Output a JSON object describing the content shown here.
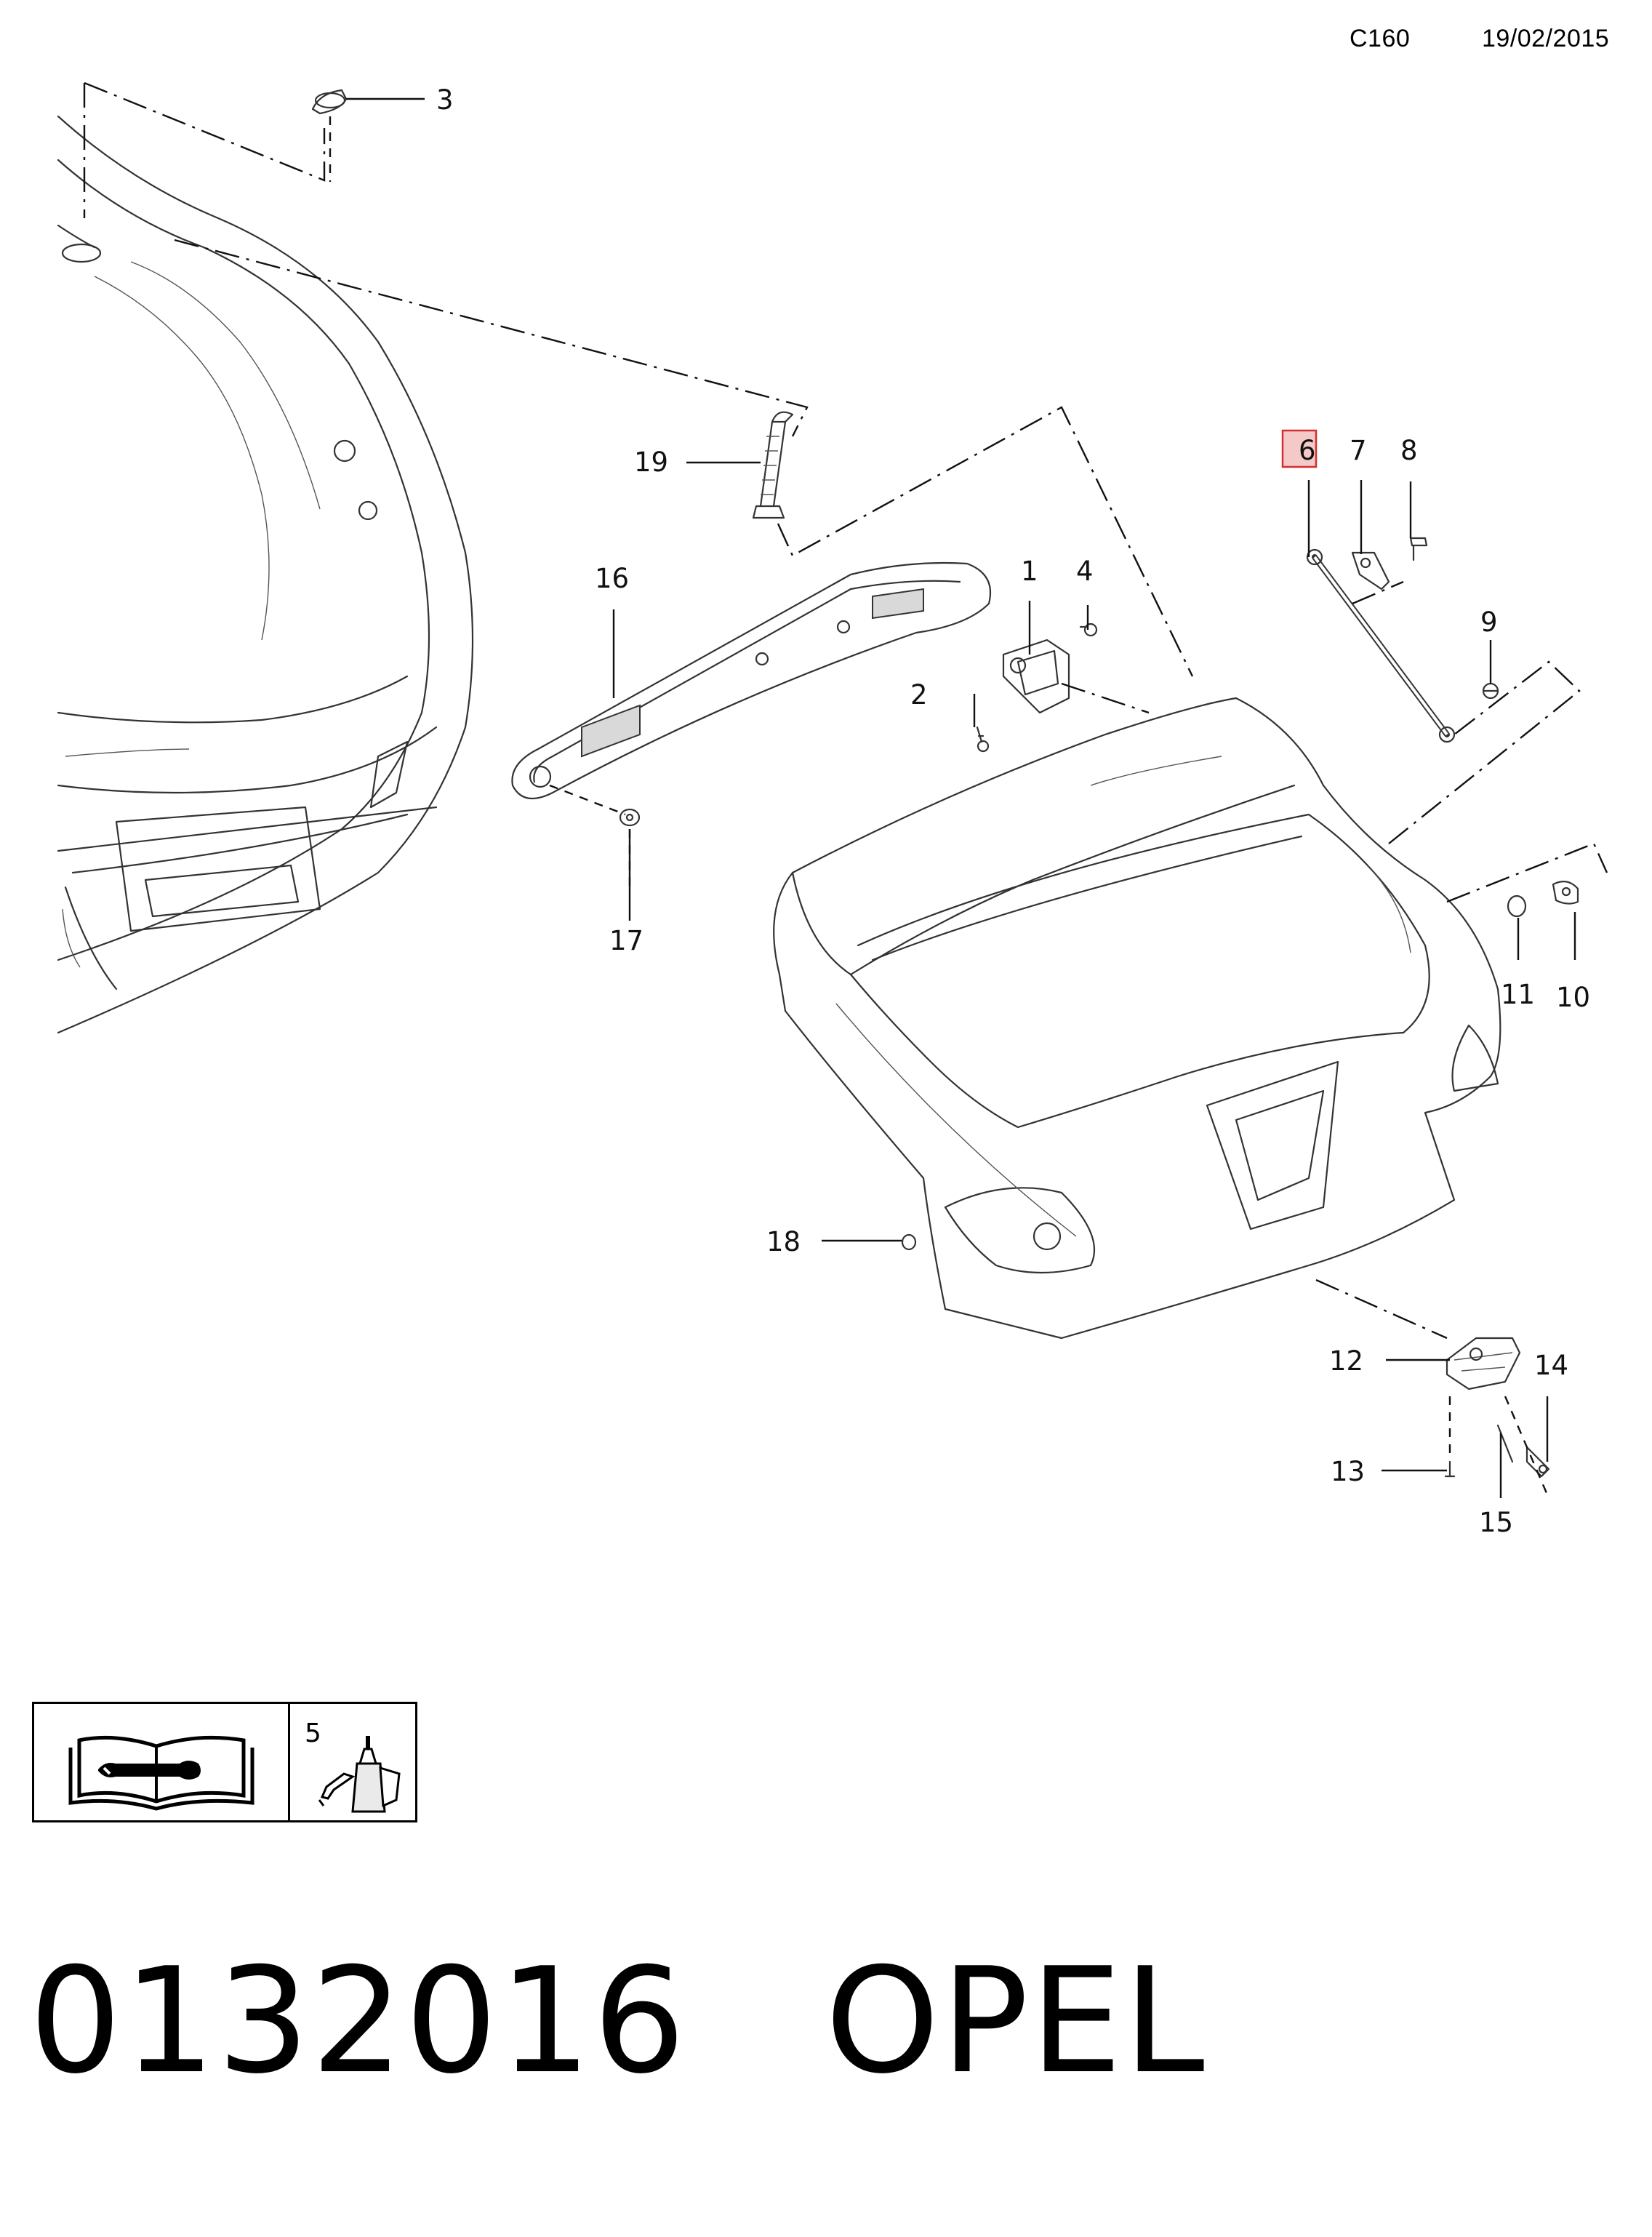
{
  "header": {
    "code": "C160",
    "date": "19/02/2015"
  },
  "callouts": [
    {
      "id": "1",
      "label": "1"
    },
    {
      "id": "2",
      "label": "2"
    },
    {
      "id": "3",
      "label": "3"
    },
    {
      "id": "4",
      "label": "4"
    },
    {
      "id": "6",
      "label": "6",
      "highlighted": true
    },
    {
      "id": "7",
      "label": "7"
    },
    {
      "id": "8",
      "label": "8"
    },
    {
      "id": "9",
      "label": "9"
    },
    {
      "id": "10",
      "label": "10"
    },
    {
      "id": "11",
      "label": "11"
    },
    {
      "id": "12",
      "label": "12"
    },
    {
      "id": "13",
      "label": "13"
    },
    {
      "id": "14",
      "label": "14"
    },
    {
      "id": "15",
      "label": "15"
    },
    {
      "id": "16",
      "label": "16"
    },
    {
      "id": "17",
      "label": "17"
    },
    {
      "id": "18",
      "label": "18"
    },
    {
      "id": "19",
      "label": "19"
    }
  ],
  "legend": {
    "manual_icon": "service-manual-icon",
    "adhesive_item": "5",
    "adhesive_icon": "adhesive-bottle-icon"
  },
  "footer": {
    "catalog_number": "0132016",
    "brand": "OPEL"
  },
  "colors": {
    "highlight_fill": "#f6c9c9",
    "highlight_stroke": "#d32f2f"
  }
}
